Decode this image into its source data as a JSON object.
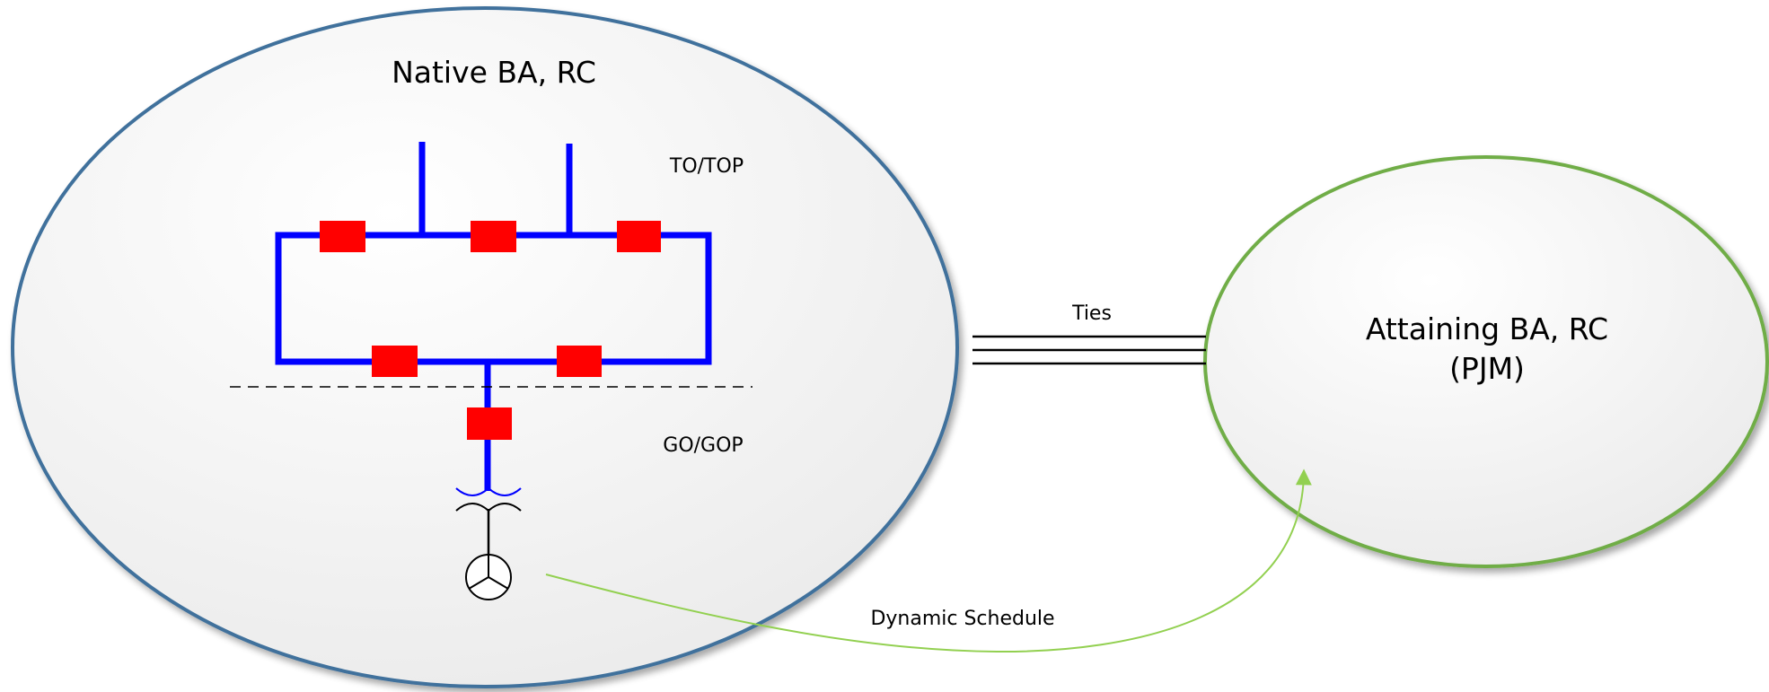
{
  "native_area": {
    "title": "Native BA, RC",
    "border_color": "#41719C",
    "zones": {
      "upper": "TO/TOP",
      "lower": "GO/GOP"
    }
  },
  "attaining_area": {
    "title_line1": "Attaining BA, RC",
    "title_line2": "(PJM)",
    "border_color": "#70AD47"
  },
  "ties": {
    "label": "Ties",
    "line_count": 3
  },
  "dynamic_schedule": {
    "label": "Dynamic Schedule",
    "color": "#92D050"
  },
  "colors": {
    "bus": "#0000FF",
    "breaker": "#FF0000",
    "fill_light": "#FCFCFC",
    "fill_dark": "#EDEDED"
  },
  "icons": [
    "generator-icon",
    "transformer-icon",
    "breaker-icon"
  ]
}
